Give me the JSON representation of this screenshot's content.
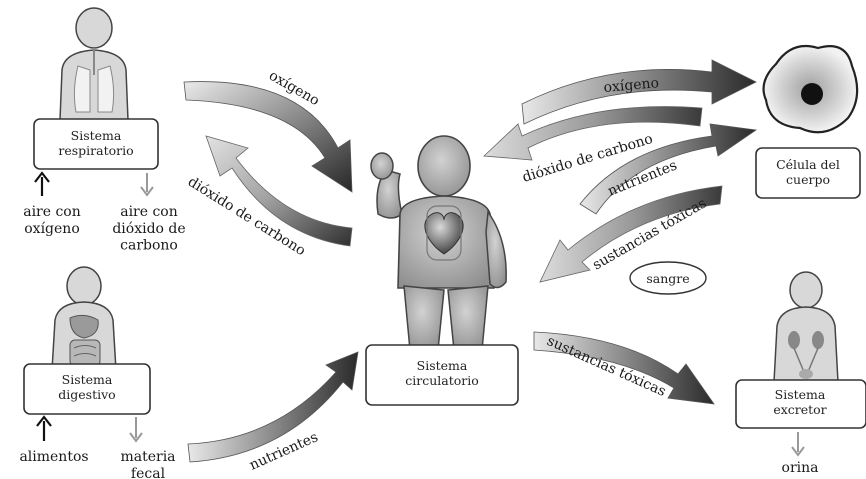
{
  "systems": {
    "respiratorio": "Sistema\nrespiratorio",
    "digestivo": "Sistema\ndigestivo",
    "circulatorio": "Sistema\ncirculatorio",
    "excretor": "Sistema\nexcretor",
    "celula": "Célula del\ncuerpo",
    "sangre": "sangre"
  },
  "labels": {
    "aire_oxigeno": "aire con\noxígeno",
    "aire_dioxido": "aire con\ndióxido de\ncarbono",
    "alimentos": "alimentos",
    "materia_fecal": "materia\nfecal",
    "orina": "orina"
  },
  "arrows": {
    "oxigeno_left": "oxígeno",
    "dioxido_left": "dióxido de carbono",
    "nutrientes_left": "nutrientes",
    "oxigeno_right": "oxígeno",
    "dioxido_right": "dióxido de carbono",
    "nutrientes_right": "nutrientes",
    "toxicas_upper": "sustancias tóxicas",
    "toxicas_lower": "sustancias tóxicas"
  }
}
